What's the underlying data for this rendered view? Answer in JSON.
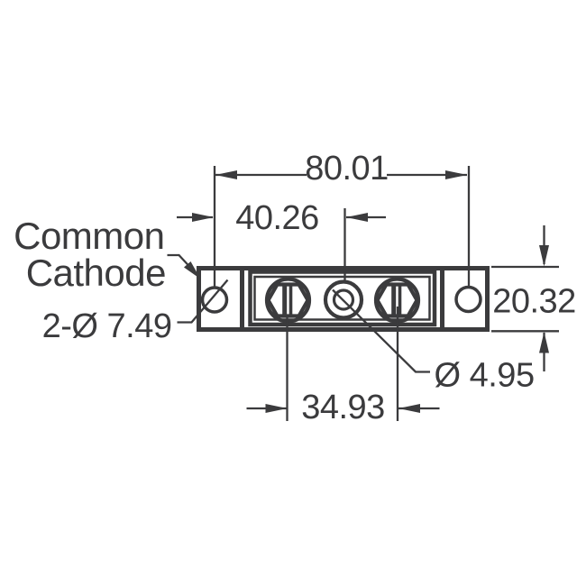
{
  "drawing": {
    "kind": "mechanical-dimension-drawing",
    "view": "top view of common-cathode diode module",
    "label": {
      "line1": "Common",
      "line2": "Cathode"
    },
    "dimensions": {
      "overall_mounting_width": "80.01",
      "mount_hole_to_center": "40.26",
      "body_height": "20.32",
      "terminal_spacing": "34.93",
      "center_hole_diameter": "Ø 4.95",
      "mounting_hole_diameter": "2-Ø 7.49"
    },
    "colors": {
      "line": "#3b3b3d",
      "background": "#ffffff"
    }
  }
}
